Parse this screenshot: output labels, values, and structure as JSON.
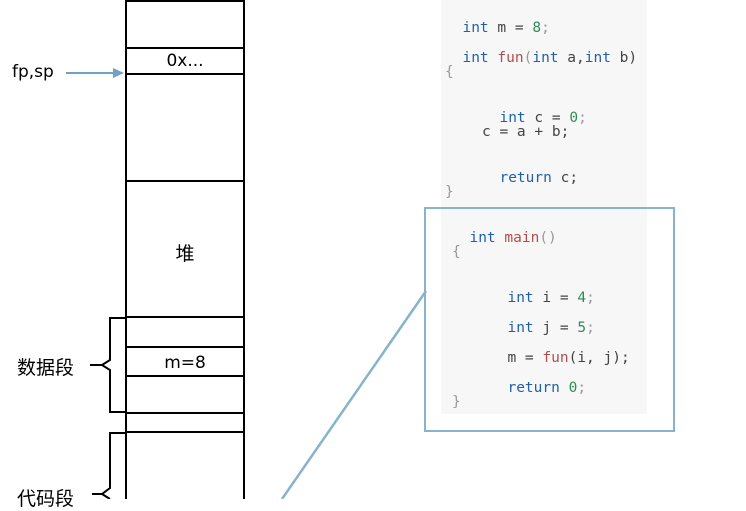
{
  "memory": {
    "cell_pointer_value": "0x...",
    "cell_heap": "堆",
    "cell_data_value": "m=8"
  },
  "labels": {
    "fp_sp": "fp,sp",
    "data_segment": "数据段",
    "code_segment": "代码段"
  },
  "code": {
    "global_lines": [
      {
        "kw": "int",
        "rest": " m = ",
        "num": "8",
        "end": ";"
      },
      {
        "kw": "int",
        "fn": "fun",
        "open": "(",
        "kw2": "int",
        "mid": " a,",
        "kw3": "int",
        "tail": " b)"
      }
    ],
    "fun_open": "{",
    "fun_body": [
      {
        "kw": "int",
        "rest": " c = ",
        "num": "0",
        "end": ";"
      },
      {
        "plain": "c = a + b;"
      },
      {
        "kw": "return",
        "rest": " c;"
      }
    ],
    "fun_close": "}",
    "main_header_kw": "int",
    "main_header_fn": "main",
    "main_header_paren": "()",
    "main_open": "{",
    "main_body": [
      {
        "kw": "int",
        "rest": " i = ",
        "num": "4",
        "end": ";"
      },
      {
        "kw": "int",
        "rest": " j = ",
        "num": "5",
        "end": ";"
      },
      {
        "pre": "m = ",
        "fn": "fun",
        "post": "(i, j);"
      },
      {
        "kw": "return",
        "rest": " ",
        "num": "0",
        "end": ";"
      }
    ],
    "main_close": "}"
  },
  "colors": {
    "arrow": "#6fa2c4",
    "main_box_border": "#87b4c9",
    "keyword": "#2060a8",
    "function": "#b24d4d",
    "number": "#2e8b57"
  }
}
